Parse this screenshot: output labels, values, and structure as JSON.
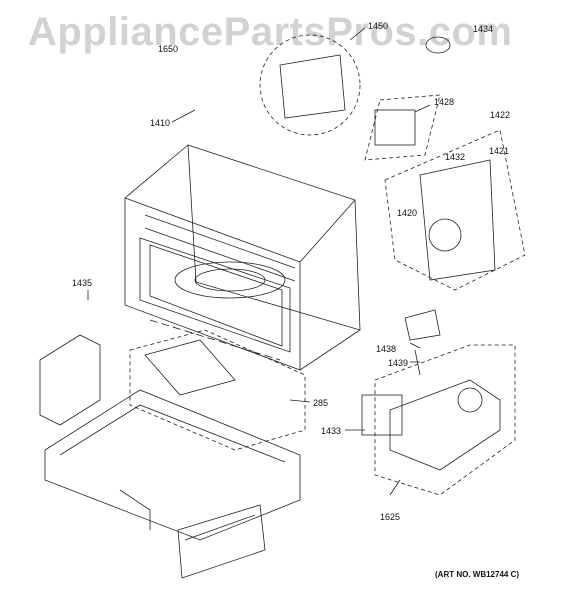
{
  "watermark": "AppliancePartsPros.com",
  "labels": {
    "p1450": "1450",
    "p1434": "1434",
    "p1650": "1650",
    "p1428": "1428",
    "p1422": "1422",
    "p1410": "1410",
    "p1432": "1432",
    "p1421": "1421",
    "p1420": "1420",
    "p1435": "1435",
    "p1438": "1438",
    "p1439": "1439",
    "p285": "285",
    "p1433": "1433",
    "p1625": "1625"
  },
  "art_number": "(ART NO. WB12744 C)"
}
